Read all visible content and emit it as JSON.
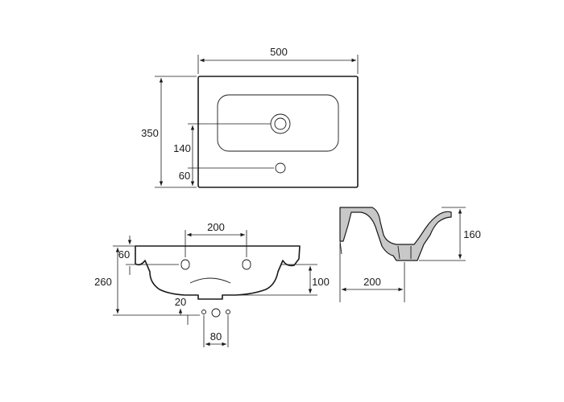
{
  "dimensions": {
    "top_width": "500",
    "top_depth": "350",
    "tap_hole_offset": "140",
    "overflow_offset": "60",
    "mount_spacing": "200",
    "front_lip": "60",
    "front_height": "260",
    "front_bowl": "100",
    "drain_offset": "20",
    "drain_spacing": "80",
    "side_height": "160",
    "side_depth": "200"
  }
}
